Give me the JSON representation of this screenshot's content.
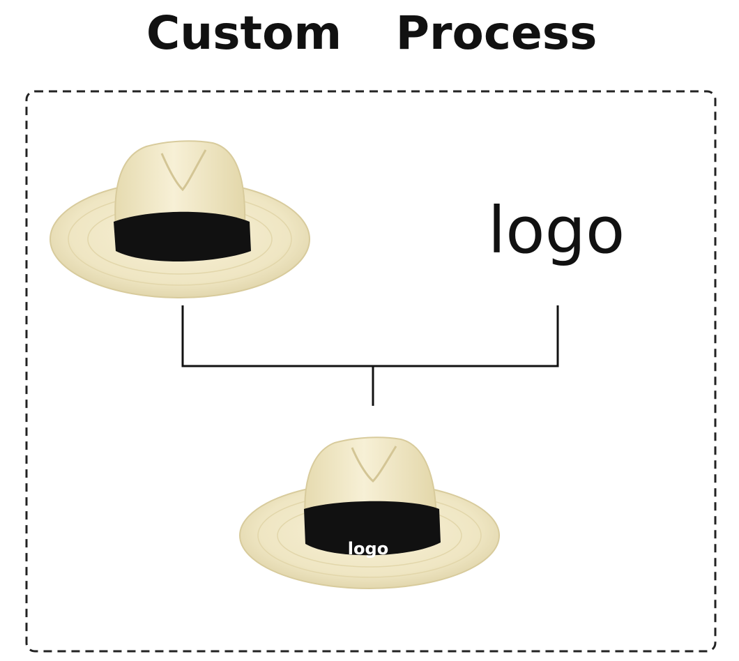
{
  "title": {
    "word1": "Custom",
    "word2": "Process"
  },
  "logo_text": "logo",
  "band_logo_text": "logo",
  "colors": {
    "straw": "#efe6c3",
    "straw_light": "#f7f0d6",
    "straw_shadow": "#ddd1a5",
    "band": "#111111",
    "line": "#111111",
    "border": "#222222"
  },
  "icons": [
    "straw-hat-icon",
    "logo-text",
    "connector-lines",
    "customized-hat-icon"
  ]
}
